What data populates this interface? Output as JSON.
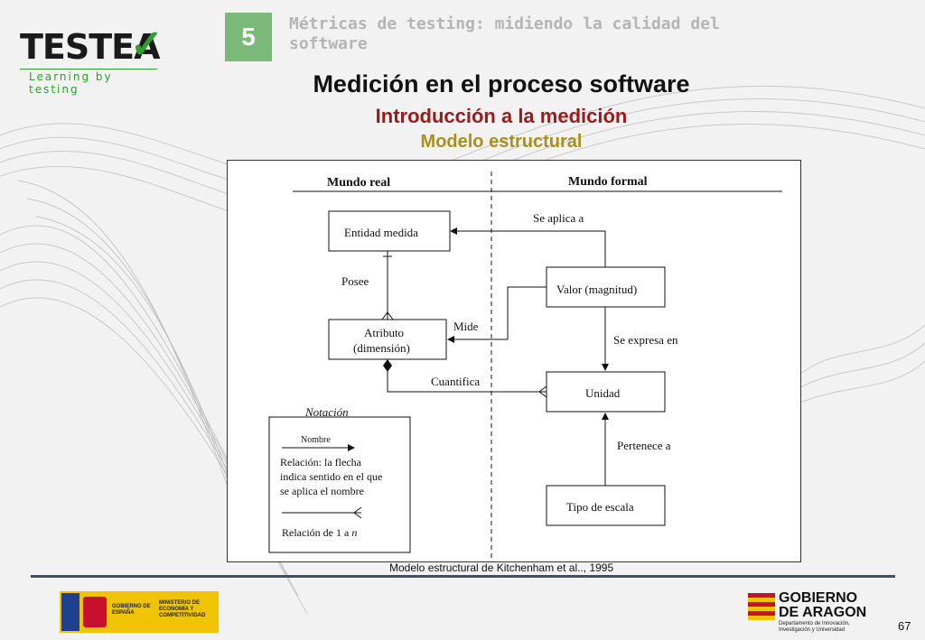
{
  "logo": {
    "main": "TESTEA",
    "check": "✓",
    "tagline": "Learning by testing"
  },
  "section": {
    "number": "5",
    "title": "Métricas de testing: midiendo la calidad del software"
  },
  "slide": {
    "title": "Medición en el proceso software",
    "subtitle1": "Introducción a la medición",
    "subtitle2": "Modelo estructural"
  },
  "diagram": {
    "col_real": "Mundo real",
    "col_formal": "Mundo formal",
    "entidad": "Entidad medida",
    "atributo_l1": "Atributo",
    "atributo_l2": "(dimensión)",
    "valor": "Valor (magnitud)",
    "unidad": "Unidad",
    "tipo": "Tipo de escala",
    "rel_aplica": "Se aplica a",
    "rel_posee": "Posee",
    "rel_mide": "Mide",
    "rel_expresa": "Se expresa en",
    "rel_cuantifica": "Cuantifica",
    "rel_pertenece": "Pertenece a",
    "notacion_title": "Notación",
    "notacion_nombre": "Nombre",
    "notacion_l1": "Relación: la flecha",
    "notacion_l2": "indica sentido en el que",
    "notacion_l3": "se aplica el nombre",
    "notacion_rel": "Relación de 1 a",
    "notacion_n": "n"
  },
  "caption": "Modelo estructural de Kitchenham et al.., 1995",
  "footer": {
    "spain_gobierno": "GOBIERNO DE ESPAÑA",
    "spain_ministerio": "MINISTERIO DE ECONOMÍA Y COMPETITIVIDAD",
    "aragon_name_l1": "GOBIERNO",
    "aragon_name_l2": "DE ARAGON",
    "aragon_dept_l1": "Departamento de Innovación,",
    "aragon_dept_l2": "Investigación y Universidad",
    "page_number": "67"
  },
  "colors": {
    "badge": "#7ab97a",
    "subtitle1": "#9b1b1b",
    "subtitle2": "#a8901c",
    "logo_green": "#2f9e2f",
    "footer_line": "#3a5070"
  }
}
